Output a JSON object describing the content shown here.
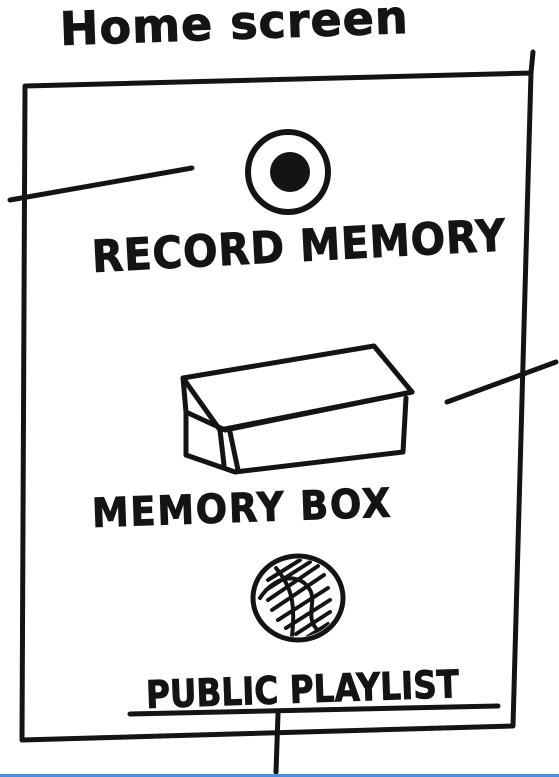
{
  "screen": {
    "title": "Home screen"
  },
  "menu": {
    "record_label": "RECORD MEMORY",
    "record_icon": "record-icon",
    "memory_box_label": "MEMORY BOX",
    "memory_box_icon": "box-icon",
    "playlist_label": "PUBLIC PLAYLIST",
    "playlist_icon": "globe-icon"
  },
  "colors": {
    "ink": "#141414",
    "paper": "#ffffff",
    "bottom_bar": "#4a90d9"
  }
}
